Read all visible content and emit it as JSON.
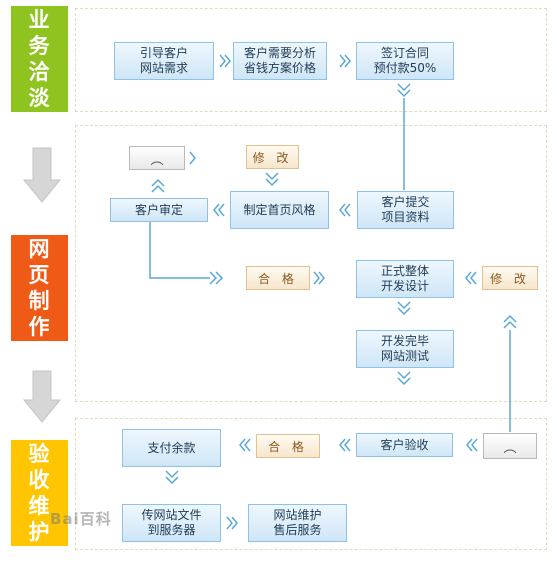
{
  "phases": {
    "negotiate": "业\n务\n洽\n淡",
    "build": "网\n页\n制\n作",
    "accept": "验\n收\n维\n护"
  },
  "steps": {
    "guide_needs": "引导客户\n网站需求",
    "analyze_needs": "客户需要分析\n省钱方案价格",
    "sign_contract": "签订合同\n预付款50%",
    "submit_materials": "客户提交\n项目资料",
    "homepage_style": "制定首页风格",
    "customer_review": "客户审定",
    "full_development": "正式整体\n开发设计",
    "dev_complete": "开发完毕\n网站测试",
    "customer_acceptance": "客户验收",
    "pay_balance": "支付余款",
    "upload_files": "传网站文件\n到服务器",
    "maintenance": "网站维护\n售后服务"
  },
  "tags": {
    "modify_top": "修 改",
    "pass_mid": "合 格",
    "modify_right": "修 改",
    "pass_bottom": "合 格"
  },
  "faces": {
    "unhappy_top": "︵",
    "unhappy_bottom": "︵"
  },
  "watermark": "Bai百科",
  "colors": {
    "green": "#8fc31f",
    "red": "#ef5b17",
    "yellow": "#ffc500",
    "arrow_blue": "#5aa8d8",
    "gray_arrow": "#cfcfcf"
  }
}
